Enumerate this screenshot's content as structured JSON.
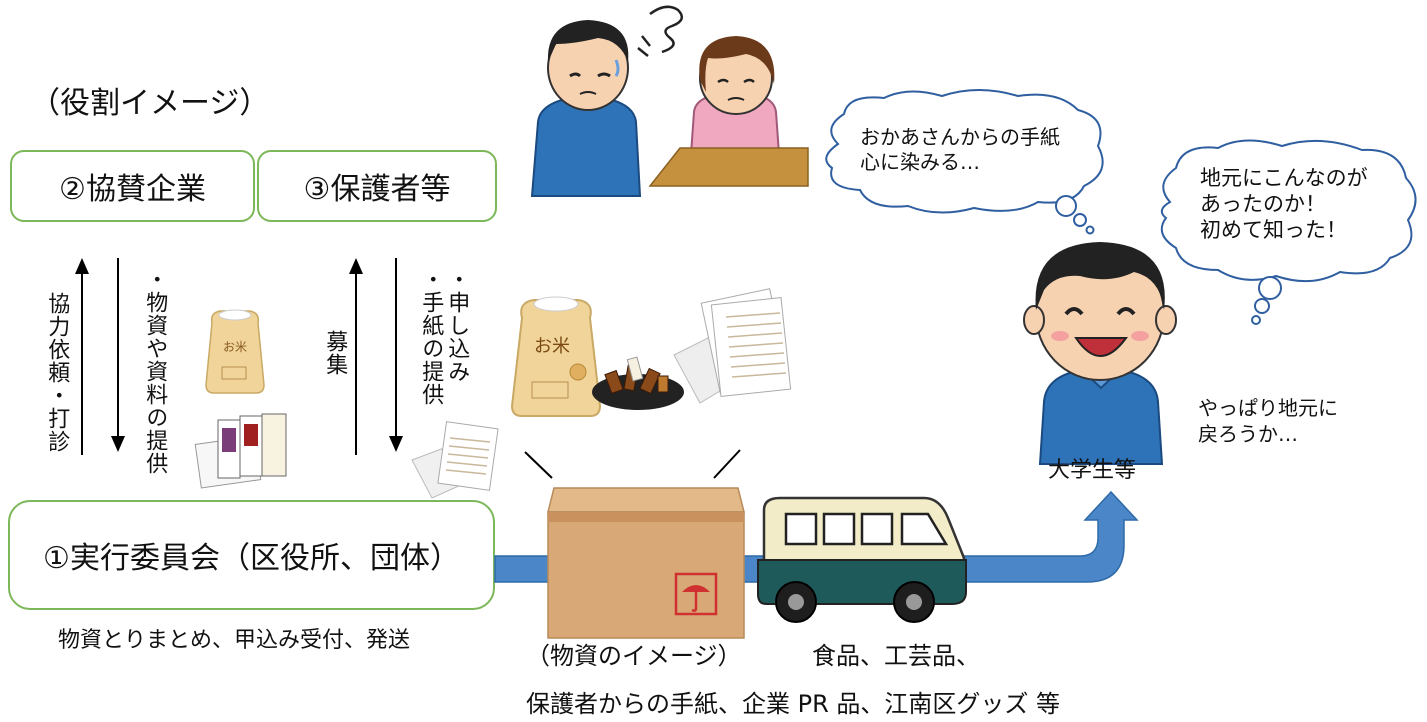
{
  "title": "（役割イメージ）",
  "boxes": {
    "sponsor": "②協賛企業",
    "guardian": "③保護者等",
    "committee": "①実行委員会（区役所、団体）"
  },
  "committee_note": "物資とりまとめ、甲込み受付、発送",
  "arrows": {
    "sponsor_up": "協力依頼・打診",
    "sponsor_down": "・物資や資料の提供",
    "guardian_up": "募集",
    "guardian_down_1": "・申し込み",
    "guardian_down_2": "・手紙の提供"
  },
  "bubbles": {
    "parent_letter_1": "おかあさんからの手紙",
    "parent_letter_2": "心に染みる…",
    "student_1": "地元にこんなのが",
    "student_2": "あったのか！",
    "student_3": "初めて知った！"
  },
  "student_label": "大学生等",
  "student_thought_1": "やっぱり地元に",
  "student_thought_2": "戻ろうか…",
  "goods_caption_1": "（物資のイメージ）",
  "goods_caption_2": "食品、工芸品、",
  "goods_caption_3": "保護者からの手紙、企業 PR 品、江南区グッズ 等",
  "rice_label": "お米",
  "colors": {
    "box_border": "#7cb85a",
    "flow_arrow": "#4a86c8",
    "truck_body": "#1f5a5a",
    "box_cardboard": "#d9a877"
  }
}
